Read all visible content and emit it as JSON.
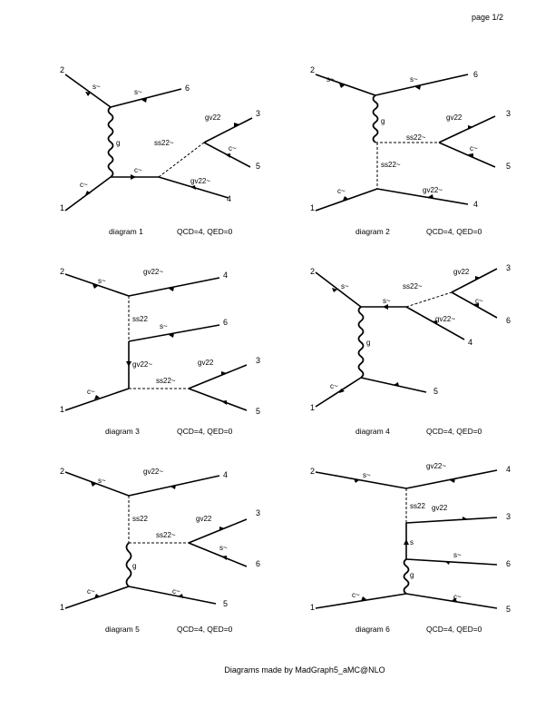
{
  "page_label": "page 1/2",
  "footer": "Diagrams made by MadGraph5_aMC@NLO",
  "diagrams": [
    {
      "caption": "diagram 1",
      "orders": "QCD=4, QED=0",
      "nodes": [
        "2",
        "6",
        "3",
        "5",
        "1",
        "4"
      ],
      "labels": [
        "s~",
        "s~",
        "g",
        "c~",
        "c~",
        "ss22~",
        "gv22",
        "c~",
        "gv22~"
      ]
    },
    {
      "caption": "diagram 2",
      "orders": "QCD=4, QED=0",
      "nodes": [
        "2",
        "6",
        "3",
        "5",
        "1",
        "4"
      ],
      "labels": [
        "s~",
        "s~",
        "g",
        "gv22",
        "ss22~",
        "c~",
        "ss22~",
        "c~",
        "gv22~"
      ]
    },
    {
      "caption": "diagram 3",
      "orders": "QCD=4, QED=0",
      "nodes": [
        "2",
        "4",
        "6",
        "3",
        "5",
        "1"
      ],
      "labels": [
        "s~",
        "gv22~",
        "ss22",
        "s~",
        "gv22~",
        "gv22",
        "ss22~",
        "c~"
      ]
    },
    {
      "caption": "diagram 4",
      "orders": "QCD=4, QED=0",
      "nodes": [
        "2",
        "3",
        "6",
        "4",
        "1",
        "5"
      ],
      "labels": [
        "s~",
        "s~",
        "ss22~",
        "gv22",
        "c~",
        "gv22~",
        "g",
        "c~"
      ]
    },
    {
      "caption": "diagram 5",
      "orders": "QCD=4, QED=0",
      "nodes": [
        "2",
        "4",
        "3",
        "6",
        "1",
        "5"
      ],
      "labels": [
        "s~",
        "gv22~",
        "ss22",
        "ss22~",
        "gv22",
        "s~",
        "g",
        "c~",
        "c~"
      ]
    },
    {
      "caption": "diagram 6",
      "orders": "QCD=4, QED=0",
      "nodes": [
        "2",
        "4",
        "3",
        "6",
        "1",
        "5"
      ],
      "labels": [
        "s~",
        "gv22~",
        "ss22",
        "gv22",
        "s",
        "s~",
        "g",
        "c~",
        "c~"
      ]
    }
  ]
}
